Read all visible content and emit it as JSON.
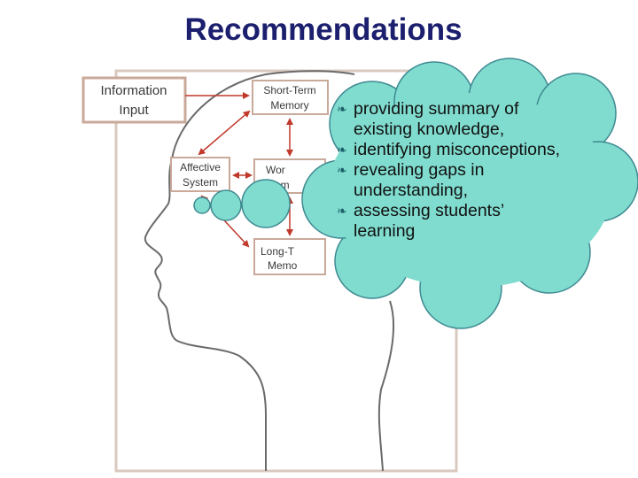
{
  "title": "Recommendations",
  "diagram": {
    "boxes": {
      "information_input": [
        "Information",
        "Input"
      ],
      "short_term_memory": [
        "Short-Term",
        "Memory"
      ],
      "affective_system": [
        "Affective",
        "System"
      ],
      "working_memory_partial": [
        "Wor",
        "Mem"
      ],
      "long_term_memory_partial": [
        "Long-T",
        "Memo"
      ]
    },
    "colors": {
      "title": "#1b1f6e",
      "cloud_fill": "#80dccf",
      "cloud_stroke": "#3f8a92",
      "box_border": "#c8a99a",
      "arrow": "#c0392b",
      "head_outline": "#6a6a6a"
    }
  },
  "thought_cloud": {
    "bullet_icon": "leaf-icon",
    "bullets": [
      [
        "providing summary of",
        "existing knowledge,"
      ],
      [
        "identifying misconceptions,"
      ],
      [
        "revealing gaps in",
        "understanding,"
      ],
      [
        "assessing students’",
        "learning"
      ]
    ]
  }
}
